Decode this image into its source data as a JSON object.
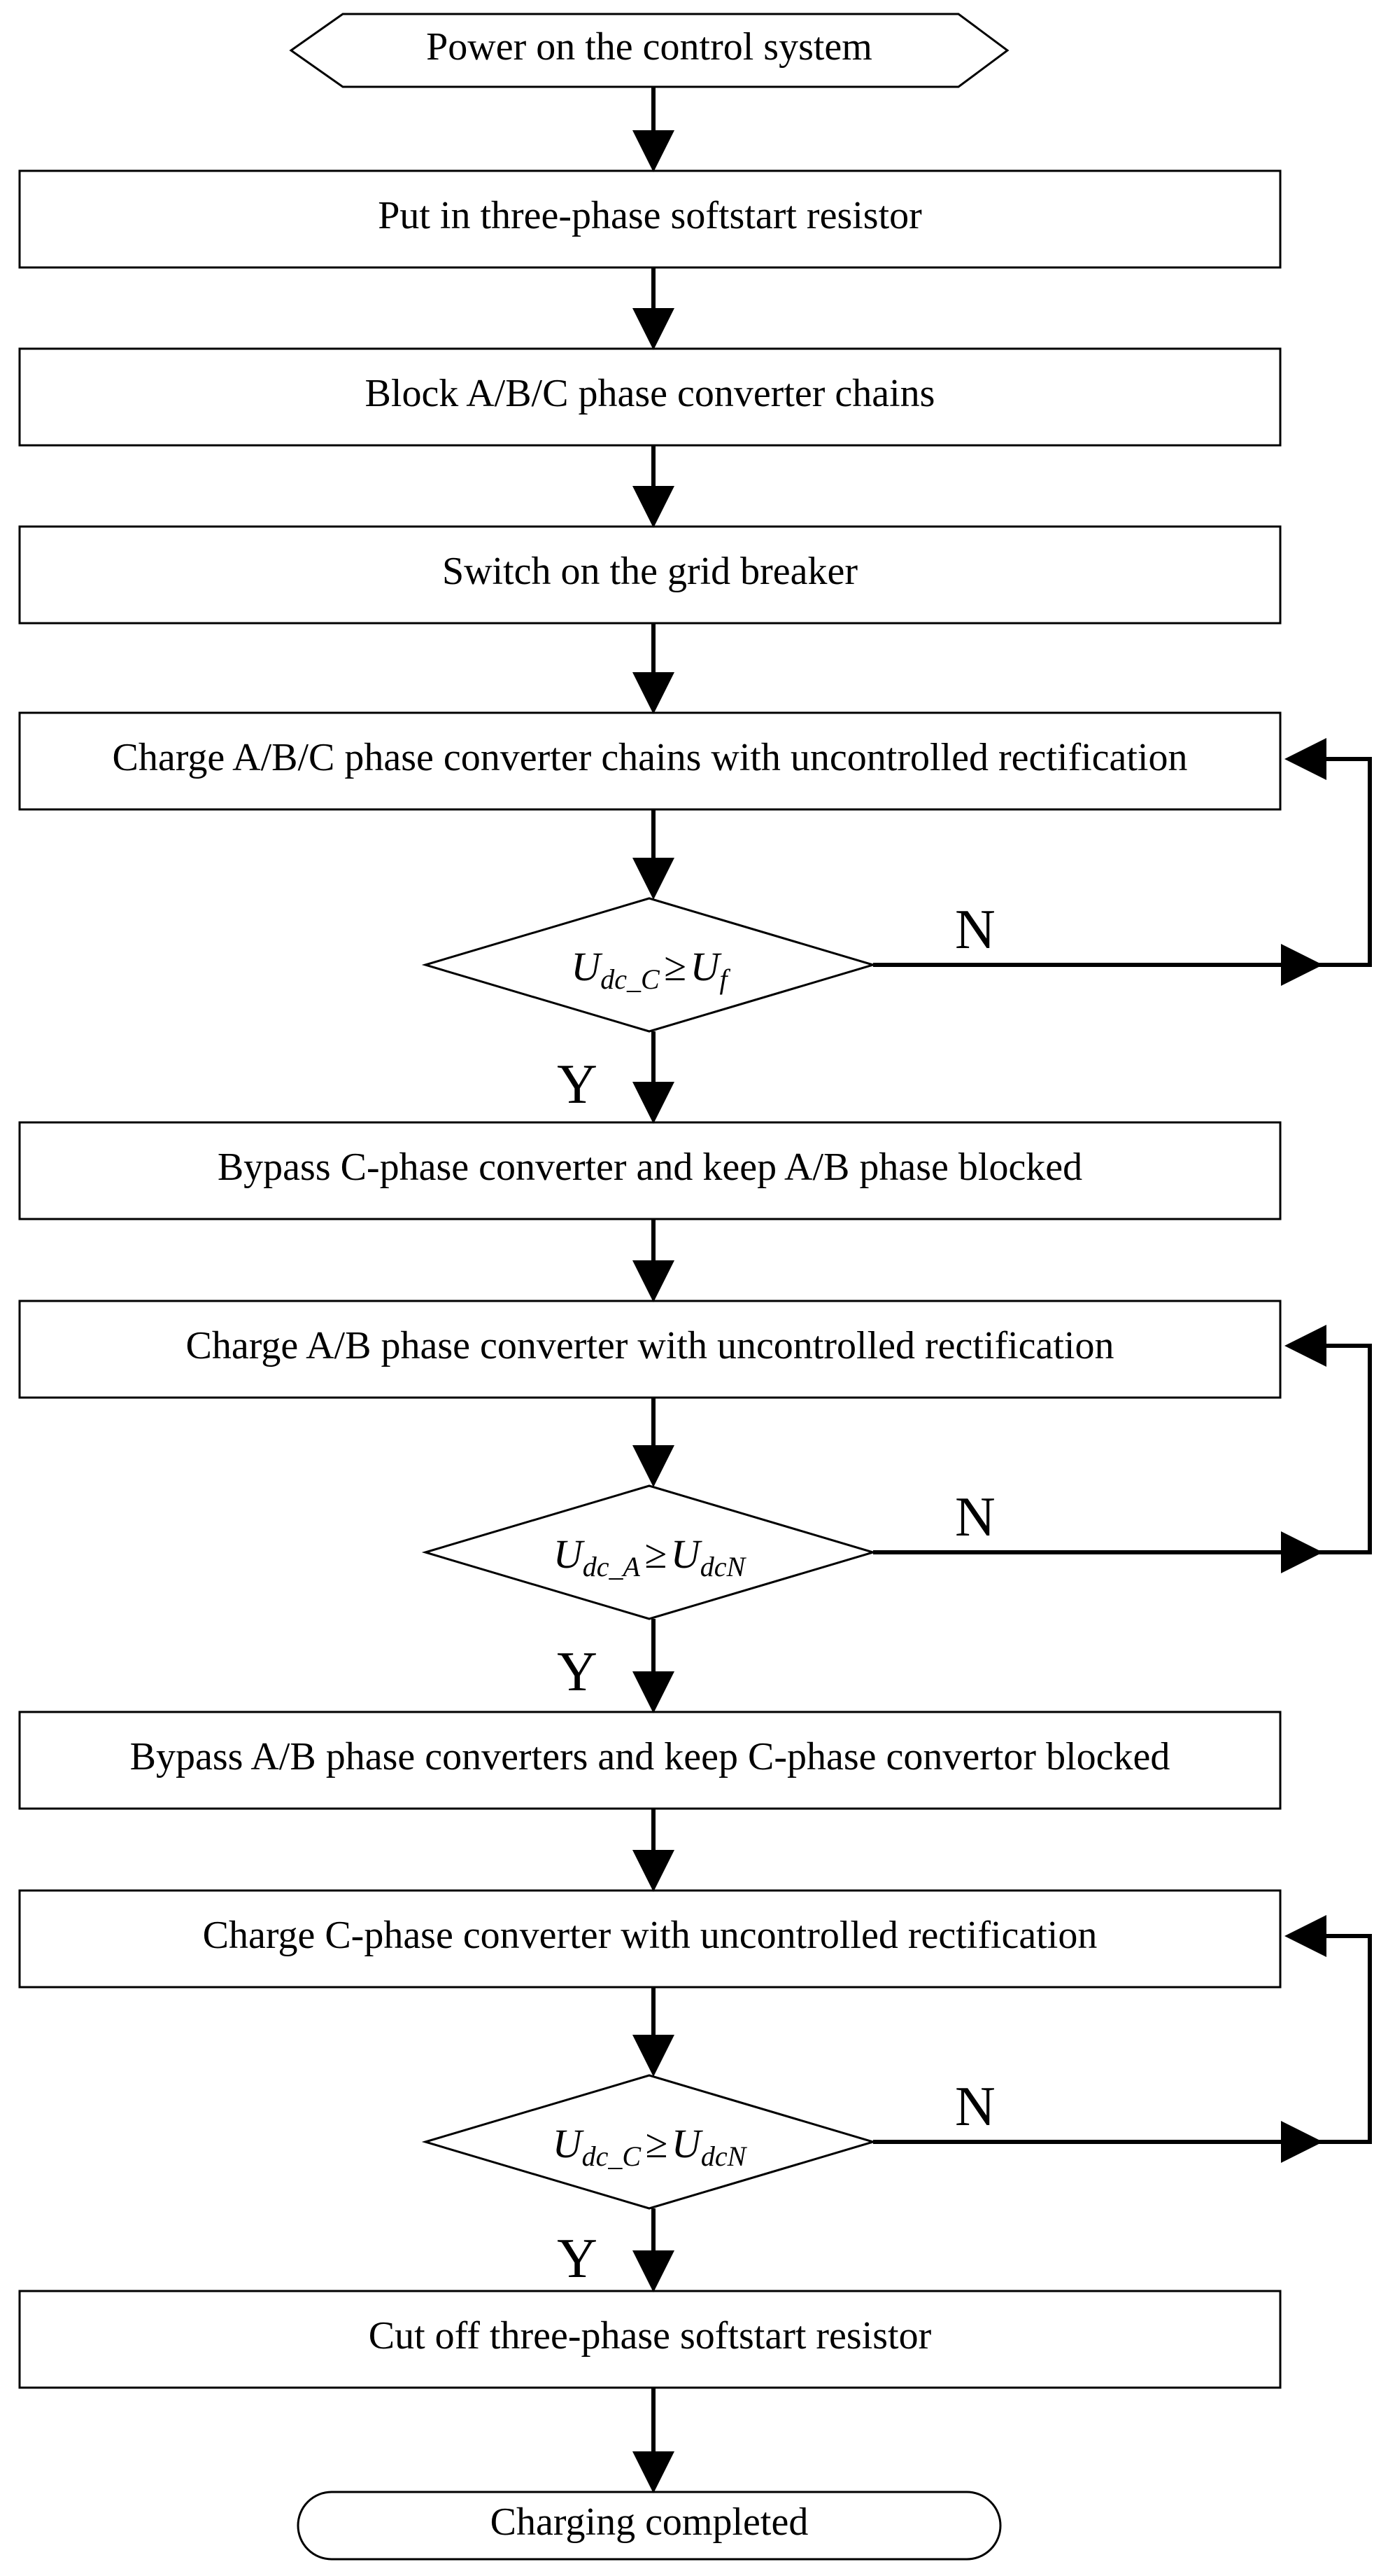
{
  "flowchart": {
    "start": "Power on the control system",
    "steps": [
      "Put in three-phase softstart resistor",
      "Block A/B/C phase converter chains",
      "Switch on the grid breaker",
      "Charge A/B/C phase converter chains  with uncontrolled rectification",
      "Bypass C-phase converter and keep A/B phase blocked",
      "Charge A/B phase converter  with uncontrolled rectification",
      "Bypass A/B phase converters and keep C-phase convertor blocked",
      "Charge C-phase converter  with uncontrolled rectification",
      "Cut off three-phase softstart resistor"
    ],
    "decisions": [
      {
        "lhs": "U",
        "lhs_sub": "dc_C",
        "op": "≥",
        "rhs": "U",
        "rhs_sub": "f",
        "yes": "Y",
        "no": "N"
      },
      {
        "lhs": "U",
        "lhs_sub": "dc_A",
        "op": "≥",
        "rhs": "U",
        "rhs_sub": "dcN",
        "yes": "Y",
        "no": "N"
      },
      {
        "lhs": "U",
        "lhs_sub": "dc_C",
        "op": "≥",
        "rhs": "U",
        "rhs_sub": "dcN",
        "yes": "Y",
        "no": "N"
      }
    ],
    "end": "Charging completed"
  }
}
